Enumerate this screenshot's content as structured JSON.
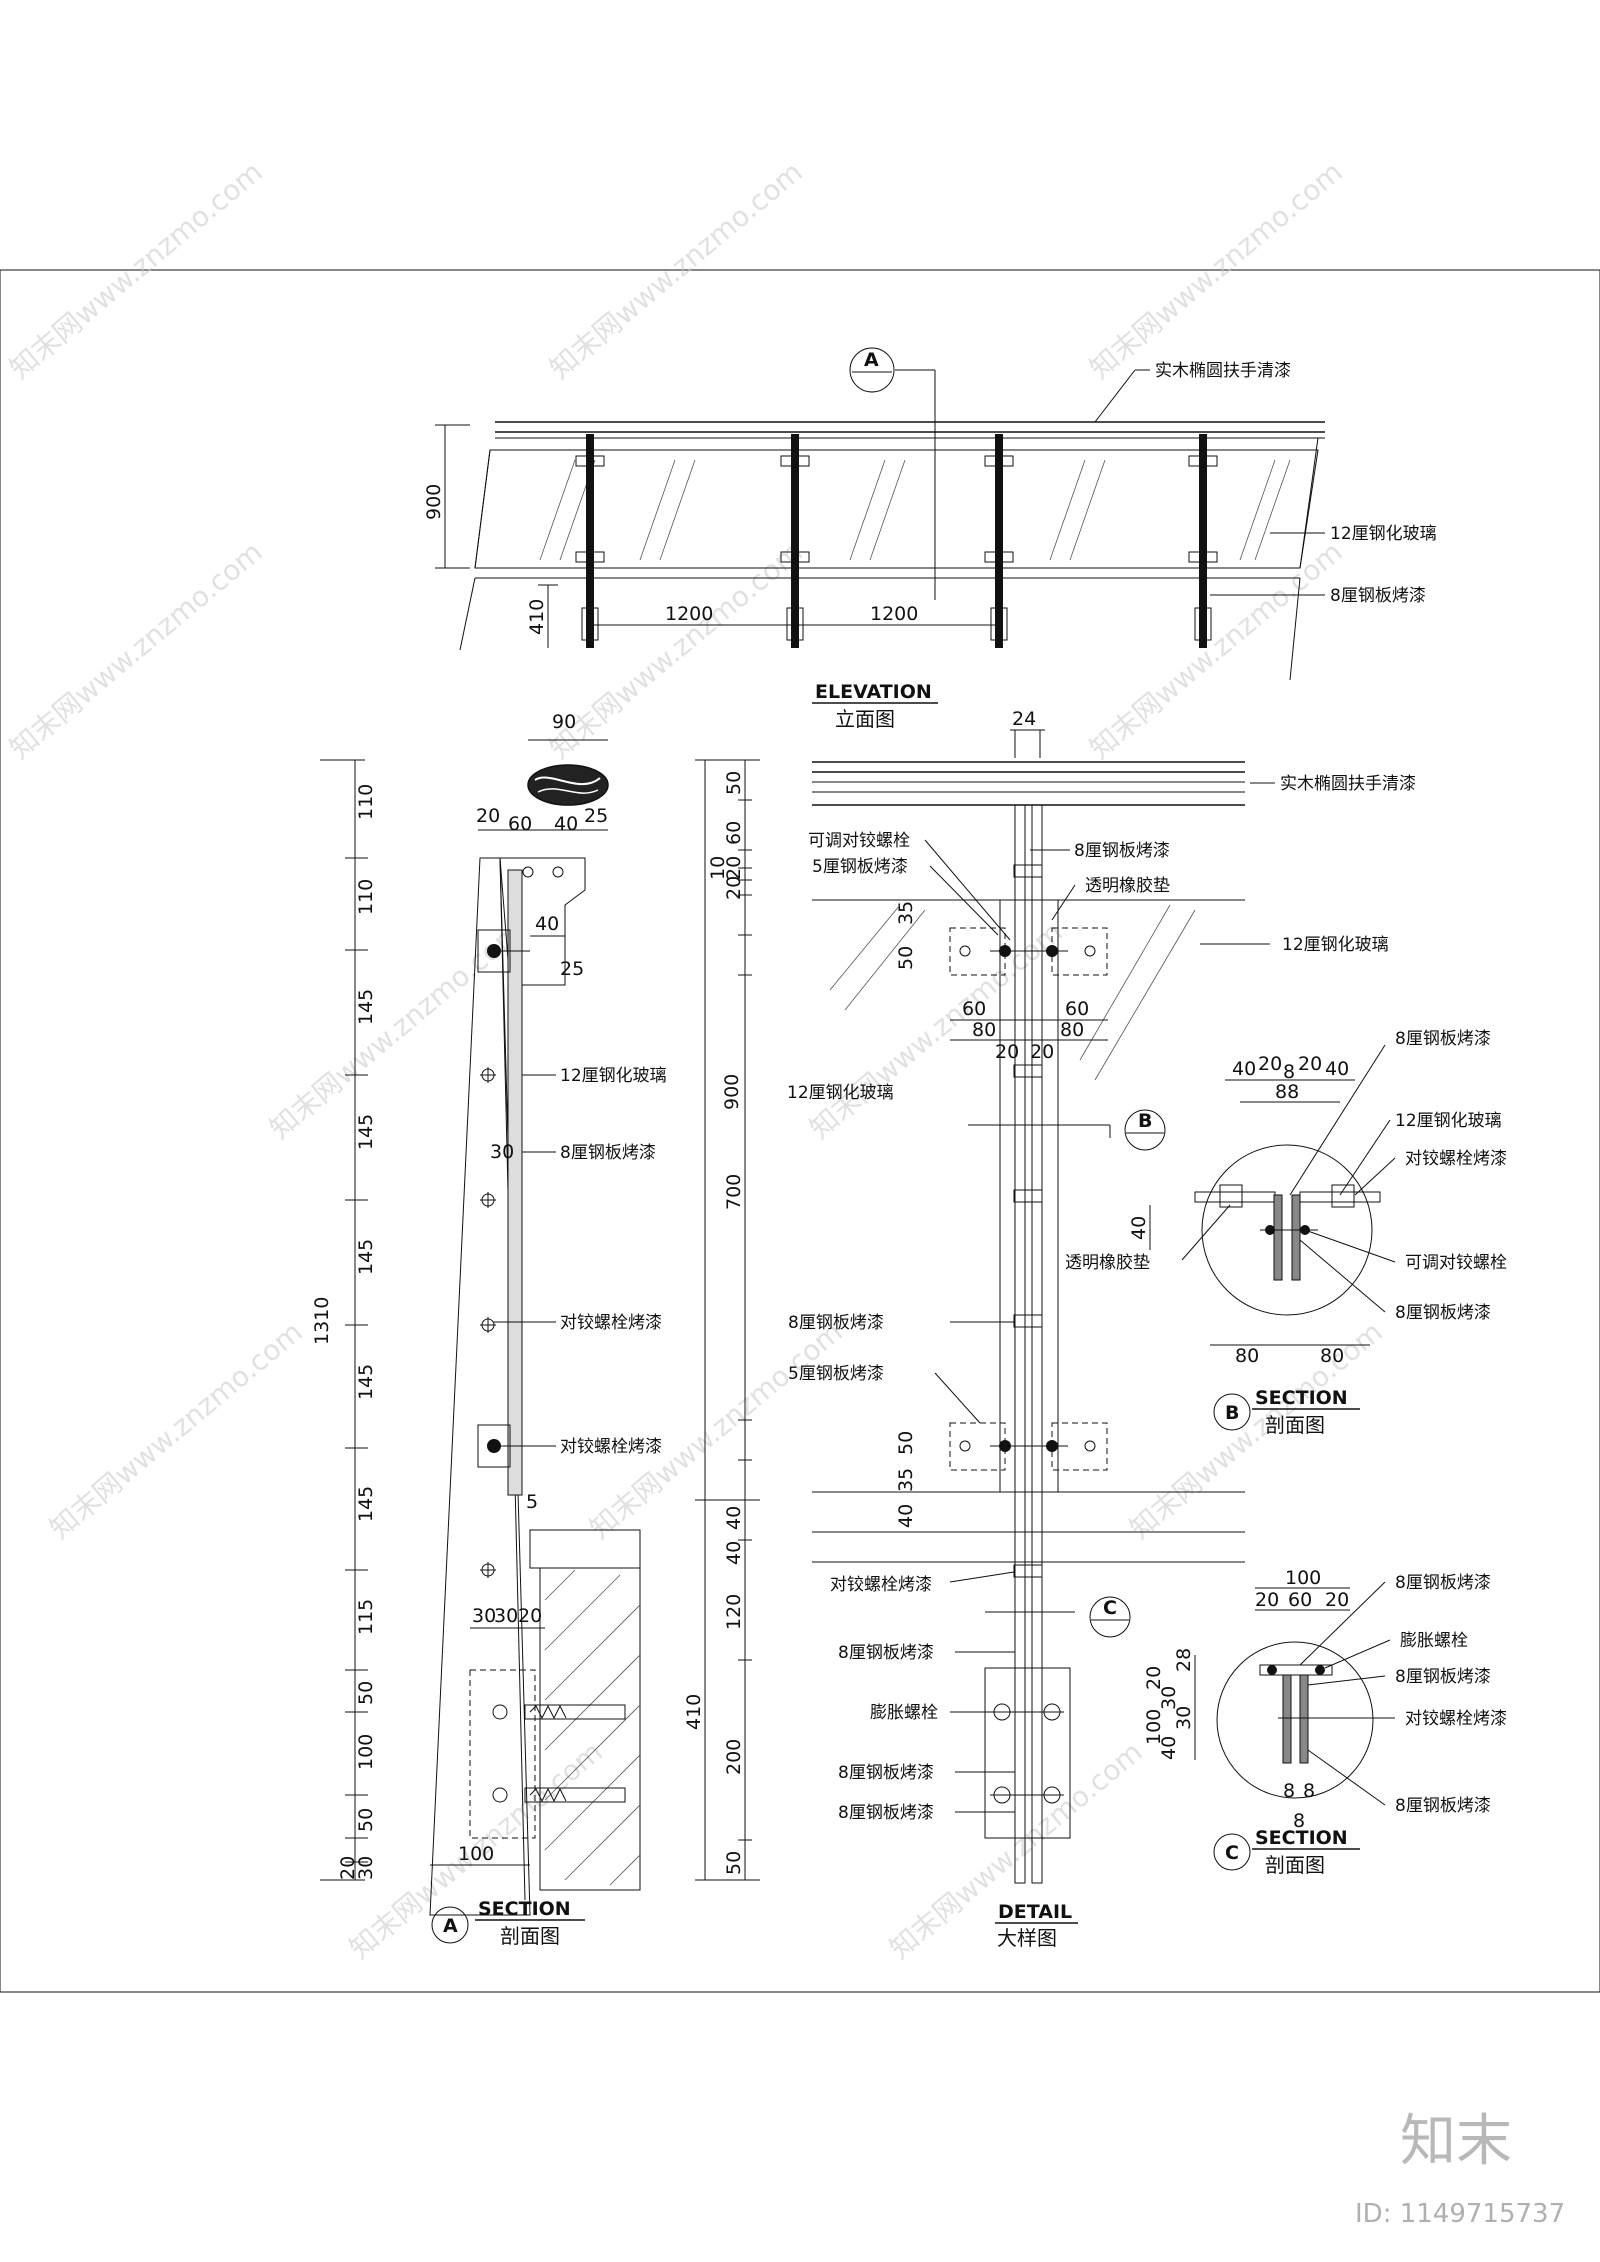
{
  "elevation": {
    "title_en": "ELEVATION",
    "title_zh": "立面图",
    "dim_height": "900",
    "dim_base": "410",
    "dim_span_1": "1200",
    "dim_span_2": "1200",
    "callout_letter": "A",
    "label_handrail": "实木椭圆扶手清漆",
    "label_glass": "12厘钢化玻璃",
    "label_steel": "8厘钢板烤漆"
  },
  "section_a": {
    "title_en": "SECTION",
    "title_zh": "剖面图",
    "marker": "A",
    "dim_total": "1310",
    "dims_vertical": [
      "110",
      "110",
      "145",
      "145",
      "145",
      "145",
      "145",
      "115",
      "50",
      "100",
      "50",
      "30",
      "20"
    ],
    "dim_top_width": "90",
    "dims_top_row": [
      "20",
      "60",
      "40",
      "25"
    ],
    "dim_40": "40",
    "dim_25": "25",
    "dim_30": "30",
    "dim_5": "5",
    "dims_base_row": [
      "30",
      "30",
      "20"
    ],
    "dim_100": "100",
    "label_glass": "12厘钢化玻璃",
    "label_steel": "8厘钢板烤漆",
    "label_bolt_1": "对铰螺栓烤漆",
    "label_bolt_2": "对铰螺栓烤漆"
  },
  "detail": {
    "title_en": "DETAIL",
    "title_zh": "大样图",
    "dim_total_upper": "900",
    "dim_total_lower": "410",
    "dims_upper": [
      "50",
      "60",
      "20",
      "10",
      "20",
      "35",
      "50",
      "700",
      "50",
      "35",
      "40",
      "40",
      "40"
    ],
    "dims_lower": [
      "120",
      "200",
      "50"
    ],
    "dim_top": "24",
    "dims_clamp": [
      "60",
      "80",
      "60",
      "80",
      "20",
      "20"
    ],
    "label_handrail": "实木椭圆扶手清漆",
    "label_steel_top": "8厘钢板烤漆",
    "label_adj_bolt": "可调对铰螺栓",
    "label_steel5_top": "5厘钢板烤漆",
    "label_rubber": "透明橡胶垫",
    "label_glass_right": "12厘钢化玻璃",
    "label_glass_left": "12厘钢化玻璃",
    "label_steel_mid": "8厘钢板烤漆",
    "label_steel5_mid": "5厘钢板烤漆",
    "label_bolt_lower": "对铰螺栓烤漆",
    "label_steel_lower": "8厘钢板烤漆",
    "label_expansion": "膨胀螺栓",
    "label_steel_b1": "8厘钢板烤漆",
    "label_steel_b2": "8厘钢板烤漆",
    "marker_b": "B",
    "marker_c": "C"
  },
  "section_b": {
    "title_en": "SECTION",
    "title_zh": "剖面图",
    "marker": "B",
    "dims_top": [
      "40",
      "20",
      "8",
      "20",
      "40"
    ],
    "dim_88": "88",
    "dim_40": "40",
    "dims_bottom": [
      "80",
      "80"
    ],
    "label_steel_1": "8厘钢板烤漆",
    "label_glass": "12厘钢化玻璃",
    "label_bolt": "对铰螺栓烤漆",
    "label_rubber": "透明橡胶垫",
    "label_adj_bolt": "可调对铰螺栓",
    "label_steel_2": "8厘钢板烤漆"
  },
  "section_c": {
    "title_en": "SECTION",
    "title_zh": "剖面图",
    "marker": "C",
    "dim_top": "100",
    "dims_top_row": [
      "20",
      "60",
      "20"
    ],
    "dims_left": [
      "20",
      "28",
      "30",
      "30",
      "100",
      "40"
    ],
    "dims_bottom": [
      "8",
      "8"
    ],
    "dim_8": "8",
    "label_steel_1": "8厘钢板烤漆",
    "label_expansion": "膨胀螺栓",
    "label_steel_2": "8厘钢板烤漆",
    "label_bolt": "对铰螺栓烤漆",
    "label_steel_3": "8厘钢板烤漆"
  },
  "watermark": {
    "site": "知末网www.znzmo.com",
    "logo": "知末",
    "id_text": "ID: 1149715737"
  }
}
